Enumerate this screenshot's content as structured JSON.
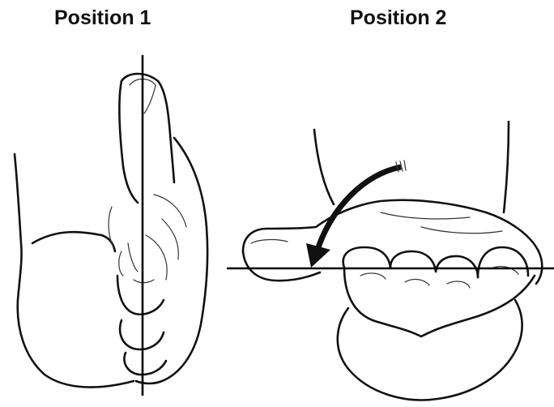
{
  "labels": {
    "position_1": "Position 1",
    "position_2": "Position 2"
  },
  "figures": {
    "left": {
      "subject": "hand-thumb-up-palm-view",
      "reference_line": "vertical"
    },
    "right": {
      "subject": "fist-thumb-crossing-view",
      "reference_line": "horizontal",
      "indicator": "curved-arrow-down"
    }
  },
  "colors": {
    "ink": "#111111",
    "background": "#ffffff"
  }
}
